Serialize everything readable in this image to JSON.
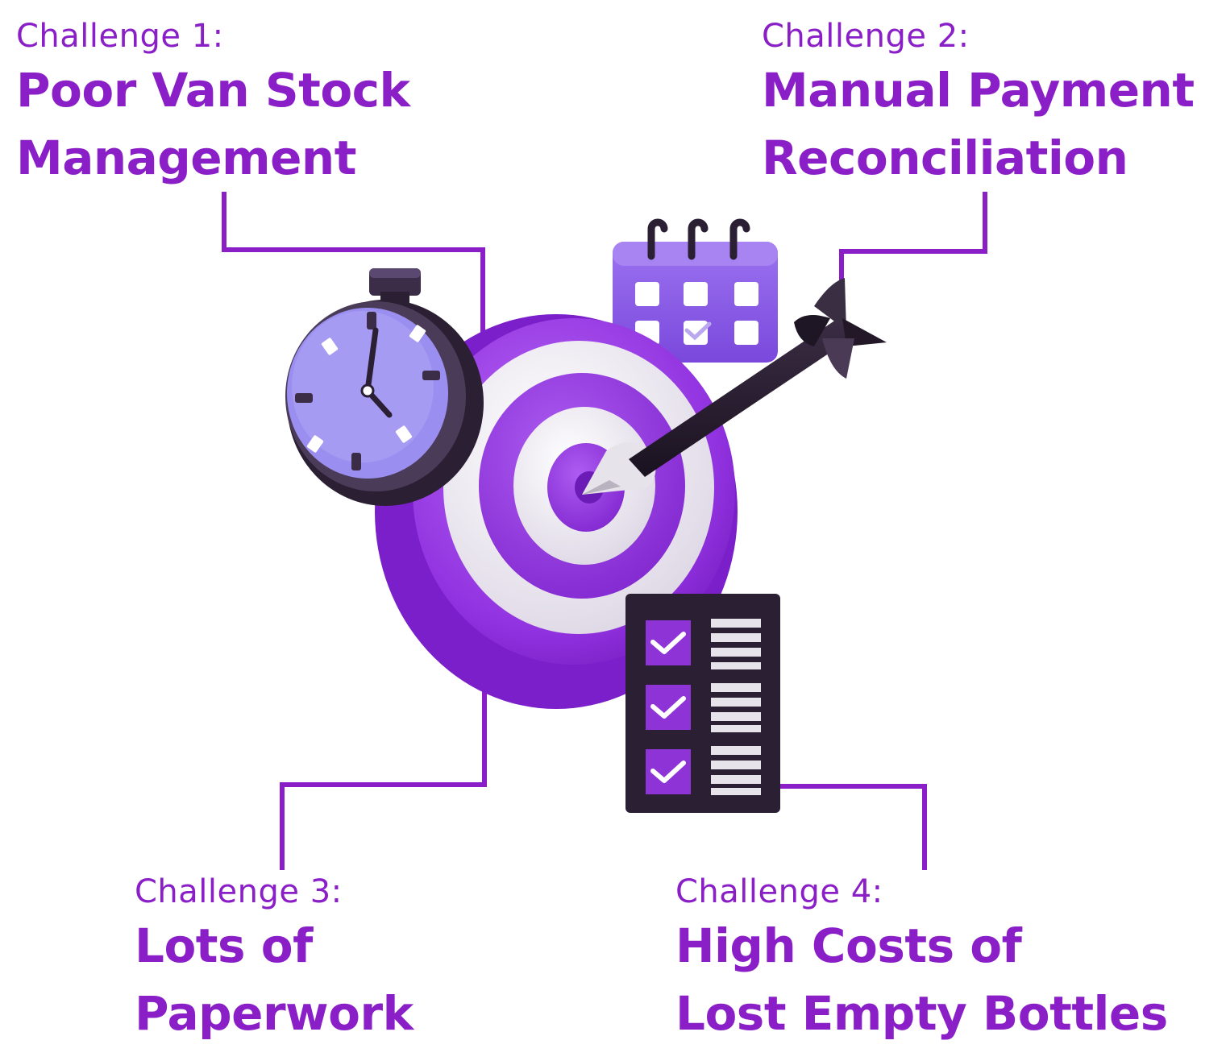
{
  "challenges": [
    {
      "kicker": "Challenge 1:",
      "line1": "Poor Van Stock",
      "line2": "Management"
    },
    {
      "kicker": "Challenge 2:",
      "line1": "Manual Payment",
      "line2": "Reconciliation"
    },
    {
      "kicker": "Challenge 3:",
      "line1": "Lots of",
      "line2": "Paperwork"
    },
    {
      "kicker": "Challenge 4:",
      "line1": "High Costs of",
      "line2": "Lost Empty Bottles"
    }
  ],
  "colors": {
    "accent": "#8a1fc7",
    "connector": "#8a1fc7",
    "target_purple": "#9b3ae6",
    "target_white": "#f2eef5",
    "dark": "#2b1f33",
    "clock_face": "#9a8ef0",
    "calendar": "#8c5ce8",
    "checkbox": "#8e33d6"
  },
  "icons": [
    "stopwatch-icon",
    "calendar-icon",
    "target-icon",
    "dart-icon",
    "checklist-icon"
  ]
}
